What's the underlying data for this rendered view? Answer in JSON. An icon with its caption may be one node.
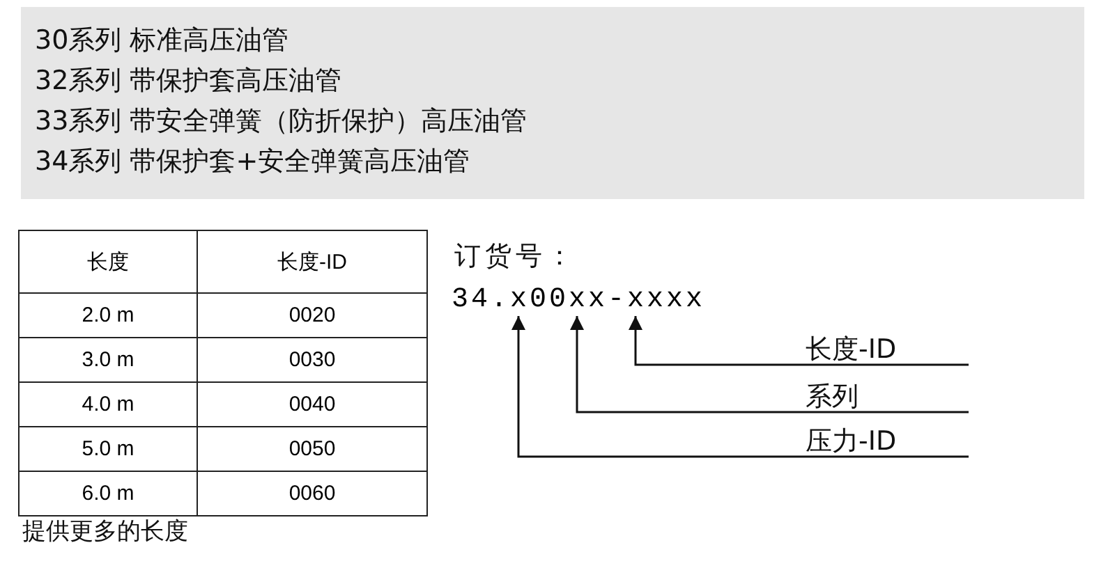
{
  "diagram": {
    "nodes": [
      {
        "text": [
          "30系列 标准高压油管",
          "32系列 带保护套高压油管",
          "33系列 带安全弹簧（防折保护）高压油管",
          "34系列 带保护套+安全弹簧高压油管"
        ]
      },
      {
        "text": [
          "长度-ID"
        ]
      },
      {
        "text": [
          "系列"
        ]
      },
      {
        "text": [
          "压力-ID"
        ]
      },
      {
        "text": [
          "34.x00xx-xxxx"
        ]
      }
    ],
    "edges": [
      {
        "from": 1,
        "to": 4,
        "arrow": "to"
      },
      {
        "from": 2,
        "to": 4,
        "arrow": "to"
      },
      {
        "from": 3,
        "to": 4,
        "arrow": "to"
      }
    ],
    "labels": [
      "长度",
      "长度-ID",
      "2.0 m",
      "0020",
      "3.0 m",
      "0030",
      "4.0 m",
      "0040",
      "5.0 m",
      "0050",
      "6.0 m",
      "0060",
      "提供更多的长度",
      "订货号："
    ]
  }
}
